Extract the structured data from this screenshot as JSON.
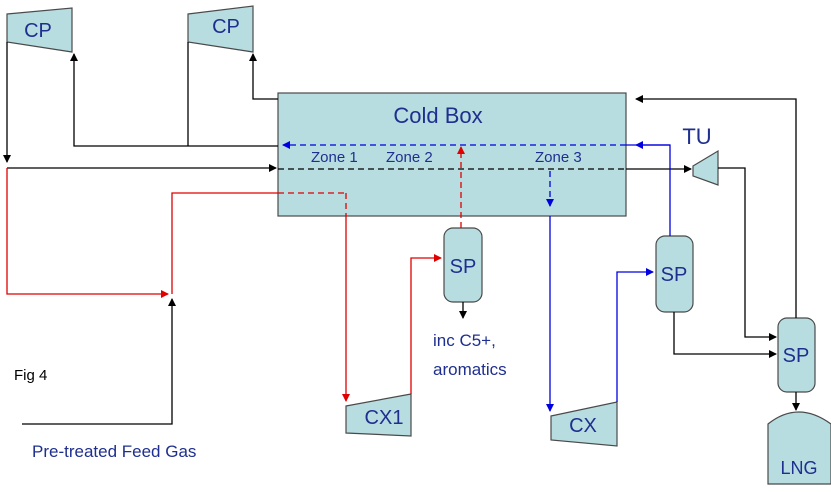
{
  "colors": {
    "unit_fill": "#b7dde0",
    "black_stream": "#000000",
    "red_stream": "#e00000",
    "blue_stream": "#0000e0",
    "label_text": "#1f2f8f"
  },
  "cold_box": {
    "title": "Cold Box",
    "zone1": "Zone 1",
    "zone2": "Zone 2",
    "zone3": "Zone 3"
  },
  "units": {
    "cp_left": "CP",
    "cp_right": "CP",
    "tu": "TU",
    "sp_center": "SP",
    "sp_right": "SP",
    "sp_lng": "SP",
    "cx1": "CX1",
    "cx": "CX",
    "lng": "LNG"
  },
  "labels": {
    "heavies_line1": "inc C5+,",
    "heavies_line2": "aromatics",
    "figure": "Fig 4",
    "feed": "Pre-treated Feed Gas"
  }
}
